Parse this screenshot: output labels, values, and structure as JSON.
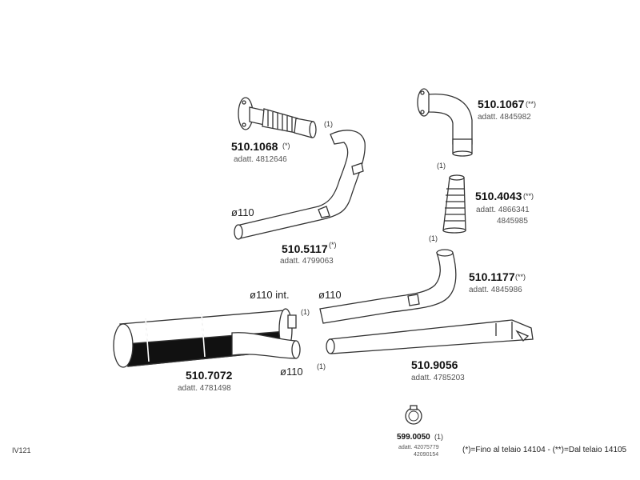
{
  "parts": {
    "p1068": {
      "code": "510.1068",
      "mark": "(*)",
      "adatt": "adatt. 4812646"
    },
    "p5117": {
      "code": "510.5117",
      "mark": "(*)",
      "adatt": "adatt. 4799063"
    },
    "p1067": {
      "code": "510.1067",
      "mark": "(**)",
      "adatt": "adatt. 4845982"
    },
    "p4043": {
      "code": "510.4043",
      "mark": "(**)",
      "adatt1": "adatt. 4866341",
      "adatt2": "4845985"
    },
    "p1177": {
      "code": "510.1177",
      "mark": "(**)",
      "adatt": "adatt. 4845986"
    },
    "p7072": {
      "code": "510.7072",
      "adatt": "adatt. 4781498"
    },
    "p9056": {
      "code": "510.9056",
      "adatt": "adatt. 4785203"
    },
    "p0050": {
      "code": "599.0050",
      "mark": "(1)",
      "adatt1": "adatt. 42075779",
      "adatt2": "42090154"
    }
  },
  "notes": {
    "n1": "(1)",
    "n2": "(1)",
    "n3": "(1)",
    "n4": "(1)",
    "n5": "(1)"
  },
  "dimensions": {
    "d1": "ø110",
    "d2": "ø110  int.",
    "d3": "ø110",
    "d4": "ø110"
  },
  "legend": "(*)=Fino al telaio 14104  -  (**)=Dal telaio 14105",
  "ref_code": "IV121"
}
